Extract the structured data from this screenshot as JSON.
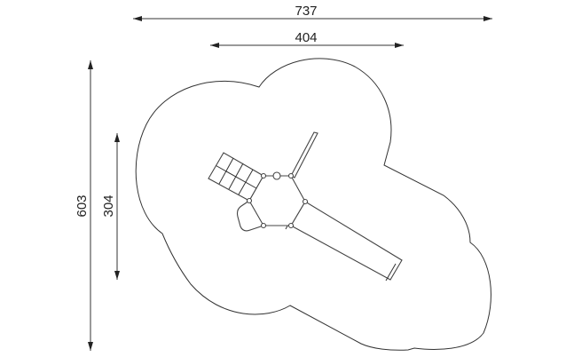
{
  "dimensions": {
    "overall_width": "737",
    "equipment_width": "404",
    "overall_depth": "603",
    "equipment_depth": "304"
  }
}
